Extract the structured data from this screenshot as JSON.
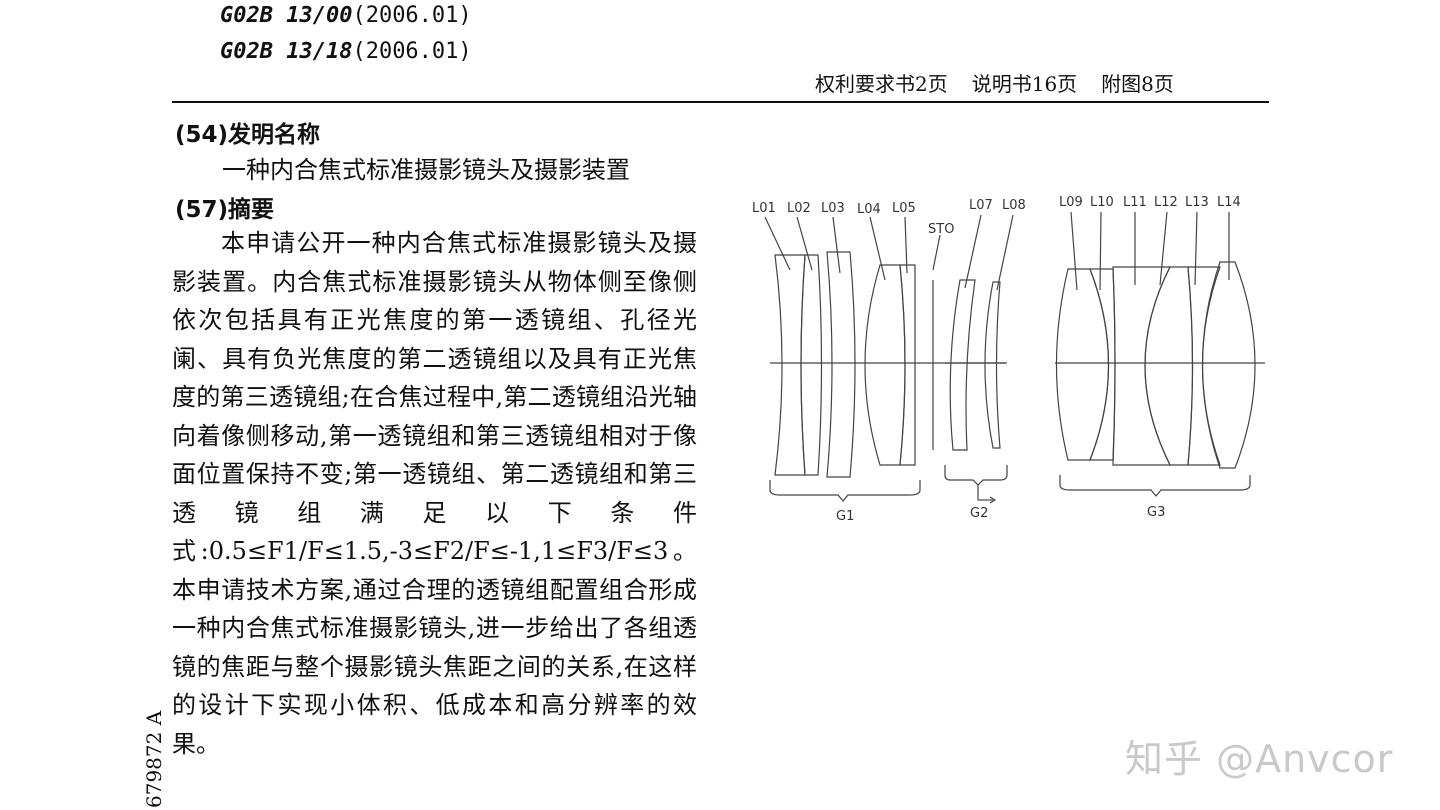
{
  "classification": [
    {
      "code": "G02B 13/00",
      "version": "(2006.01)"
    },
    {
      "code": "G02B 13/18",
      "version": "(2006.01)"
    }
  ],
  "pages": {
    "claims": "权利要求书2页",
    "description": "说明书16页",
    "drawings": "附图8页"
  },
  "section54": {
    "label": "(54)发明名称"
  },
  "invention_title": "一种内合焦式标准摄影镜头及摄影装置",
  "section57": {
    "label": "(57)摘要"
  },
  "abstract": "本申请公开一种内合焦式标准摄影镜头及摄影装置。内合焦式标准摄影镜头从物体侧至像侧依次包括具有正光焦度的第一透镜组、孔径光阑、具有负光焦度的第二透镜组以及具有正光焦度的第三透镜组;在合焦过程中,第二透镜组沿光轴向着像侧移动,第一透镜组和第三透镜组相对于像面位置保持不变;第一透镜组、第二透镜组和第三透镜组满足以下条件式:0.5≤F1/F≤1.5,-3≤F2/F≤-1,1≤F3/F≤3。本申请技术方案,通过合理的透镜组配置组合形成一种内合焦式标准摄影镜头,进一步给出了各组透镜的焦距与整个摄影镜头焦距之间的关系,在这样的设计下实现小体积、低成本和高分辨率的效果。",
  "publication_number": "679872 A",
  "watermark": "知乎 @Anvcor",
  "diagram": {
    "lens_labels": [
      "L01",
      "L02",
      "L03",
      "L04",
      "L05",
      "L07",
      "L08",
      "L09",
      "L10",
      "L11",
      "L12",
      "L13",
      "L14"
    ],
    "stop_label": "STO",
    "group_labels": [
      "G1",
      "G2",
      "G3"
    ]
  }
}
